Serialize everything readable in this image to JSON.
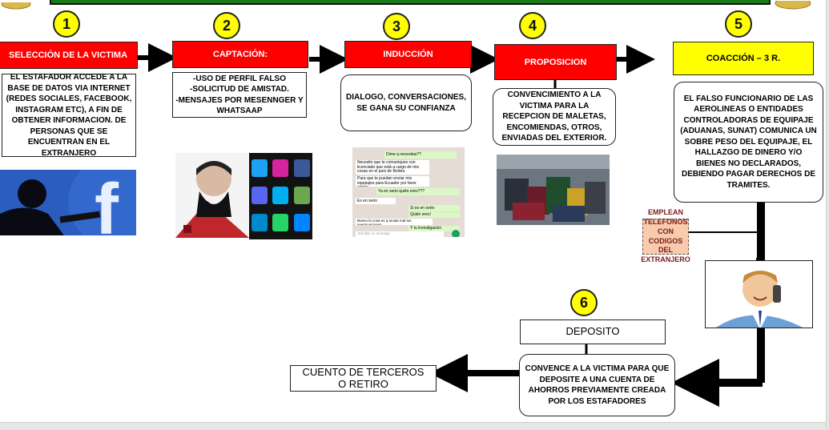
{
  "steps": [
    {
      "number": "1",
      "title": "SELECCIÓN DE LA VICTIMA",
      "text": "EL ESTAFADOR ACCEDE A LA BASE DE DATOS VIA INTERNET (REDES SOCIALES, FACEBOOK, INSTAGRAM ETC), A FIN DE OBTENER INFORMACION. DE PERSONAS QUE SE ENCUENTRAN EN EL EXTRANJERO"
    },
    {
      "number": "2",
      "title": "CAPTACIÓN:",
      "text_lines": [
        "-USO DE PERFIL FALSO",
        "-SOLICITUD DE AMISTAD.",
        "-MENSAJES POR MESENNGER Y WHATSAAP"
      ]
    },
    {
      "number": "3",
      "title": "INDUCCIÓN",
      "text": "DIALOGO, CONVERSACIONES, SE GANA SU CONFIANZA"
    },
    {
      "number": "4",
      "title": "PROPOSICION",
      "text": "CONVENCIMIENTO A LA VICTIMA PARA LA RECEPCION DE MALETAS, ENCOMIENDAS, OTROS, ENVIADAS DEL EXTERIOR."
    },
    {
      "number": "5",
      "title": "COACCIÓN – 3 R.",
      "text": "EL FALSO FUNCIONARIO DE LAS AEROLINEAS O ENTIDADES CONTROLADORAS DE EQUIPAJE (ADUANAS, SUNAT) COMUNICA UN SOBRE PESO DEL EQUIPAJE, EL HALLAZGO DE DINERO Y/O BIENES NO DECLARADOS, DEBIENDO PAGAR DERECHOS DE TRAMITES."
    },
    {
      "number": "6",
      "title": "DEPOSITO",
      "text": "CONVENCE A LA VICTIMA PARA QUE DEPOSITE A UNA CUENTA DE AHORROS PREVIAMENTE CREADA POR LOS ESTAFADORES"
    }
  ],
  "note": "EMPLEAN TELEFONOS CON CODIGOS DEL EXTRANJERO",
  "final_box": "CUENTO DE TERCEROS O RETIRO",
  "chat_lines": [
    "Dime q necesitas??",
    "Necesito que te comuniques con licenciado que está a cargo de mis cosas en el país de Bolivia",
    "Para que te puedan enviar mis equipajes para Ecuador por favor amiga",
    "Ya en serio quién eres???",
    "Es en serio",
    "Si es en serio",
    "Quién eres!",
    "Bueno la cosa es q tocate mal tus averiguaciones",
    "Y tu investigación",
    "Escribe un mensaje"
  ],
  "colors": {
    "red": "#ff0000",
    "yellow": "#ffff00",
    "green": "#1a7a1a",
    "note_bg": "#f8cbad"
  }
}
